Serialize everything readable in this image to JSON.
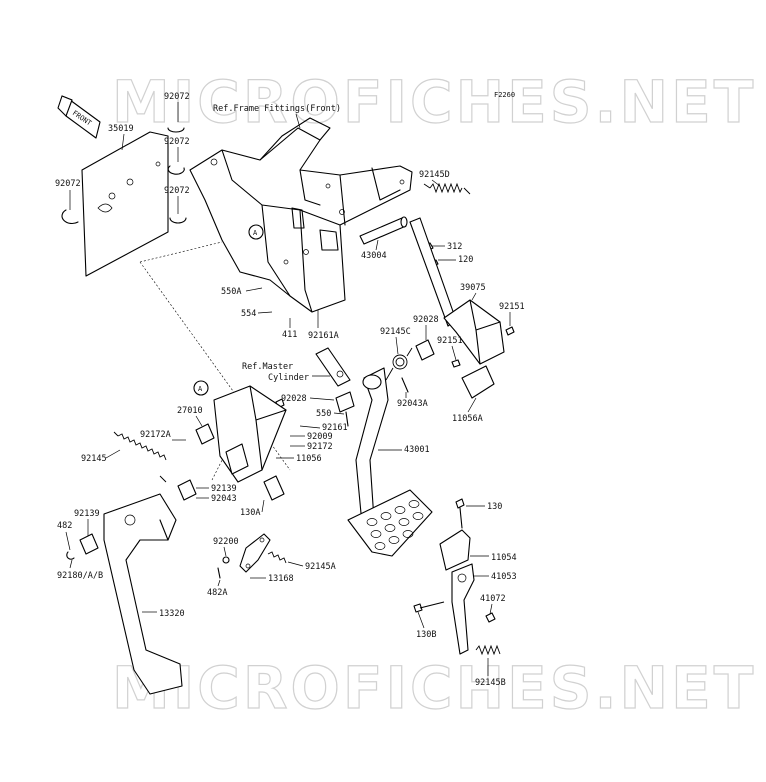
{
  "figure_code": "F2260",
  "watermark": {
    "text_top": "MICROFICHES.NET",
    "text_bottom": "MICROFICHES.NET"
  },
  "front_arrow": {
    "text": "FRONT"
  },
  "references": {
    "frame_fittings": "Ref.Frame Fittings(Front)",
    "master_cylinder_line1": "Ref.Master",
    "master_cylinder_line2": "Cylinder"
  },
  "callout_a": "A",
  "callout_b": "A",
  "part_labels": {
    "p92072_a": "92072",
    "p92072_b": "92072",
    "p92072_c": "92072",
    "p92072_d": "92072",
    "p35019": "35019",
    "p92145d": "92145D",
    "p312": "312",
    "p120": "120",
    "p43004": "43004",
    "p550a": "550A",
    "p554": "554",
    "p411": "411",
    "p92161a": "92161A",
    "p39075": "39075",
    "p92151_a": "92151",
    "p92151_b": "92151",
    "p92028_a": "92028",
    "p92145c": "92145C",
    "p92043a": "92043A",
    "p11056a": "11056A",
    "p92028_b": "92028",
    "p550": "550",
    "p92161": "92161",
    "p27010": "27010",
    "p92172a": "92172A",
    "p92009": "92009",
    "p92172": "92172",
    "p11056": "11056",
    "p43001": "43001",
    "p92145": "92145",
    "p92139_a": "92139",
    "p92043": "92043",
    "p130a": "130A",
    "p130": "130",
    "p482": "482",
    "p92139_b": "92139",
    "p92180": "92180/A/B",
    "p92200": "92200",
    "p92145a": "92145A",
    "p482a": "482A",
    "p13168": "13168",
    "p11054": "11054",
    "p41053": "41053",
    "p41072": "41072",
    "p130b": "130B",
    "p92145b": "92145B",
    "p13320": "13320"
  }
}
